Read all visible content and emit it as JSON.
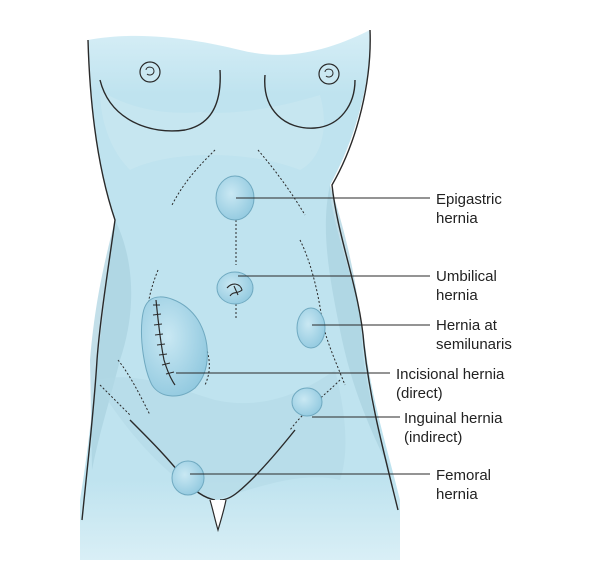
{
  "colors": {
    "skin": "#bfe3ef",
    "skin_light": "#d9eff6",
    "shadow": "#a9d2e0",
    "hernia": "#9fd0e4",
    "outline": "#2a2a2a",
    "text": "#222222"
  },
  "labels": {
    "epigastric": {
      "line1": "Epigastric",
      "line2": "hernia"
    },
    "umbilical": {
      "line1": "Umbilical",
      "line2": "hernia"
    },
    "semilunaris": {
      "line1": "Hernia at",
      "line2": "semilunaris"
    },
    "incisional": {
      "line1": "Incisional hernia",
      "line2": "(direct)"
    },
    "inguinal": {
      "line1": "Inguinal hernia",
      "line2": "(indirect)"
    },
    "femoral": {
      "line1": "Femoral",
      "line2": "hernia"
    }
  }
}
